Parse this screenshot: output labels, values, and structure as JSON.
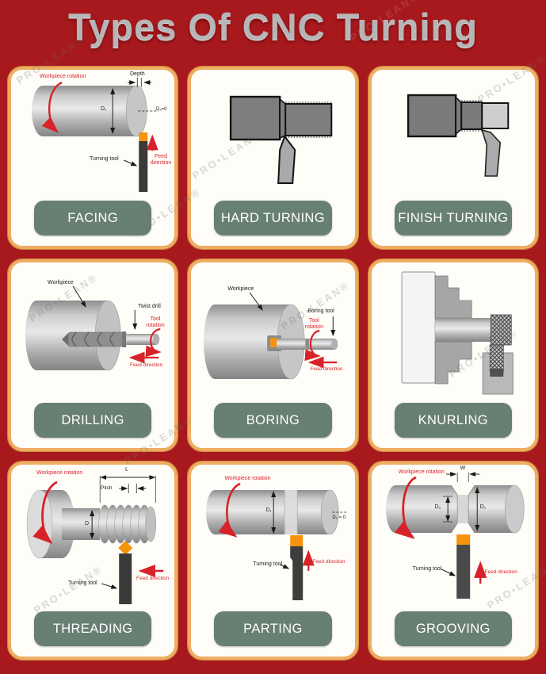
{
  "title": "Types Of CNC Turning",
  "watermark": "PRO•LEAN®",
  "colors": {
    "background": "#A8191D",
    "card_border": "#EFAD62",
    "card_bg": "#FFFDF8",
    "button_green": "#687F74",
    "annotation_red": "#D8222A",
    "title_gray": "#B6B5B7",
    "tool_dark": "#3A3A3A",
    "tool_tip_orange": "#F6930D"
  },
  "cards": [
    {
      "label": "FACING",
      "annotations": {
        "workpiece_rotation": "Workpiece rotation",
        "depth": "Depth",
        "d1": "D₁",
        "d2": "D₂=0",
        "turning_tool": "Turning tool",
        "feed_direction": "Feed direction"
      }
    },
    {
      "label": "HARD TURNING",
      "annotations": {}
    },
    {
      "label": "FINISH TURNING",
      "annotations": {}
    },
    {
      "label": "DRILLING",
      "annotations": {
        "workpiece": "Workpiece",
        "twist_drill": "Twist drill",
        "tool_rotation": "Tool rotation",
        "feed_direction": "Feed direction"
      }
    },
    {
      "label": "BORING",
      "annotations": {
        "workpiece": "Workpiece",
        "boring_tool": "Boring tool",
        "tool_rotation": "Tool rotation",
        "feed_direction": "Feed direction"
      }
    },
    {
      "label": "KNURLING",
      "annotations": {}
    },
    {
      "label": "THREADING",
      "annotations": {
        "workpiece_rotation": "Workpiece rotation",
        "length": "L",
        "pitch": "Pitch",
        "diameter": "D",
        "turning_tool": "Turning tool",
        "feed_direction": "Feed direction"
      }
    },
    {
      "label": "PARTING",
      "annotations": {
        "workpiece_rotation": "Workpiece rotation",
        "d1": "D₁",
        "d2": "D₂ = 0",
        "turning_tool": "Turning tool",
        "feed_direction": "Feed direction"
      }
    },
    {
      "label": "GROOVING",
      "annotations": {
        "workpiece_rotation": "Workpiece rotation",
        "width": "W",
        "d2": "D₂",
        "d1": "D₁",
        "turning_tool": "Turning tool",
        "feed_direction": "Feed direction"
      }
    }
  ]
}
